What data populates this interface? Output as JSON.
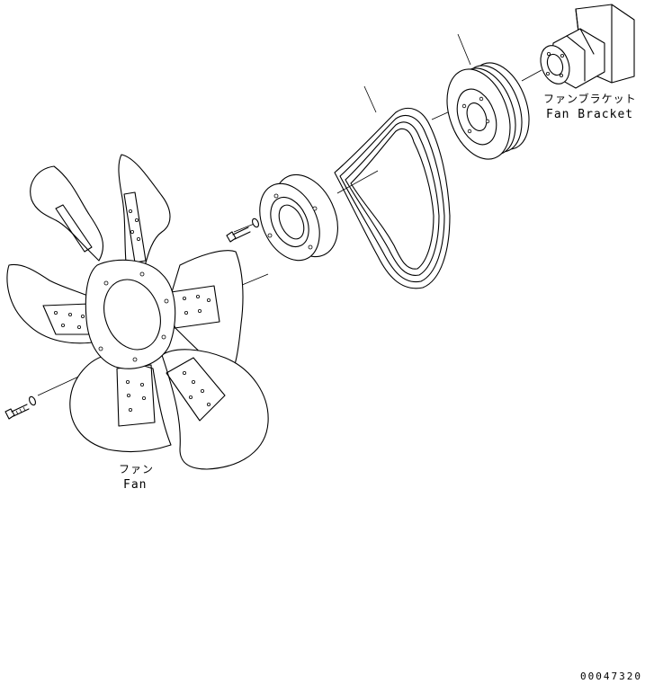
{
  "labels": {
    "fan_bracket_jp": "ファンブラケット",
    "fan_bracket_en": "Fan Bracket",
    "fan_jp": "ファン",
    "fan_en": "Fan",
    "drawing_number": "00047320"
  },
  "colors": {
    "line": "#000000",
    "background": "#ffffff"
  },
  "icons": [
    "fan-part",
    "bolt-part",
    "washer-part",
    "spacer-part",
    "v-belt-part",
    "pulley-part",
    "fan-bracket-part"
  ]
}
